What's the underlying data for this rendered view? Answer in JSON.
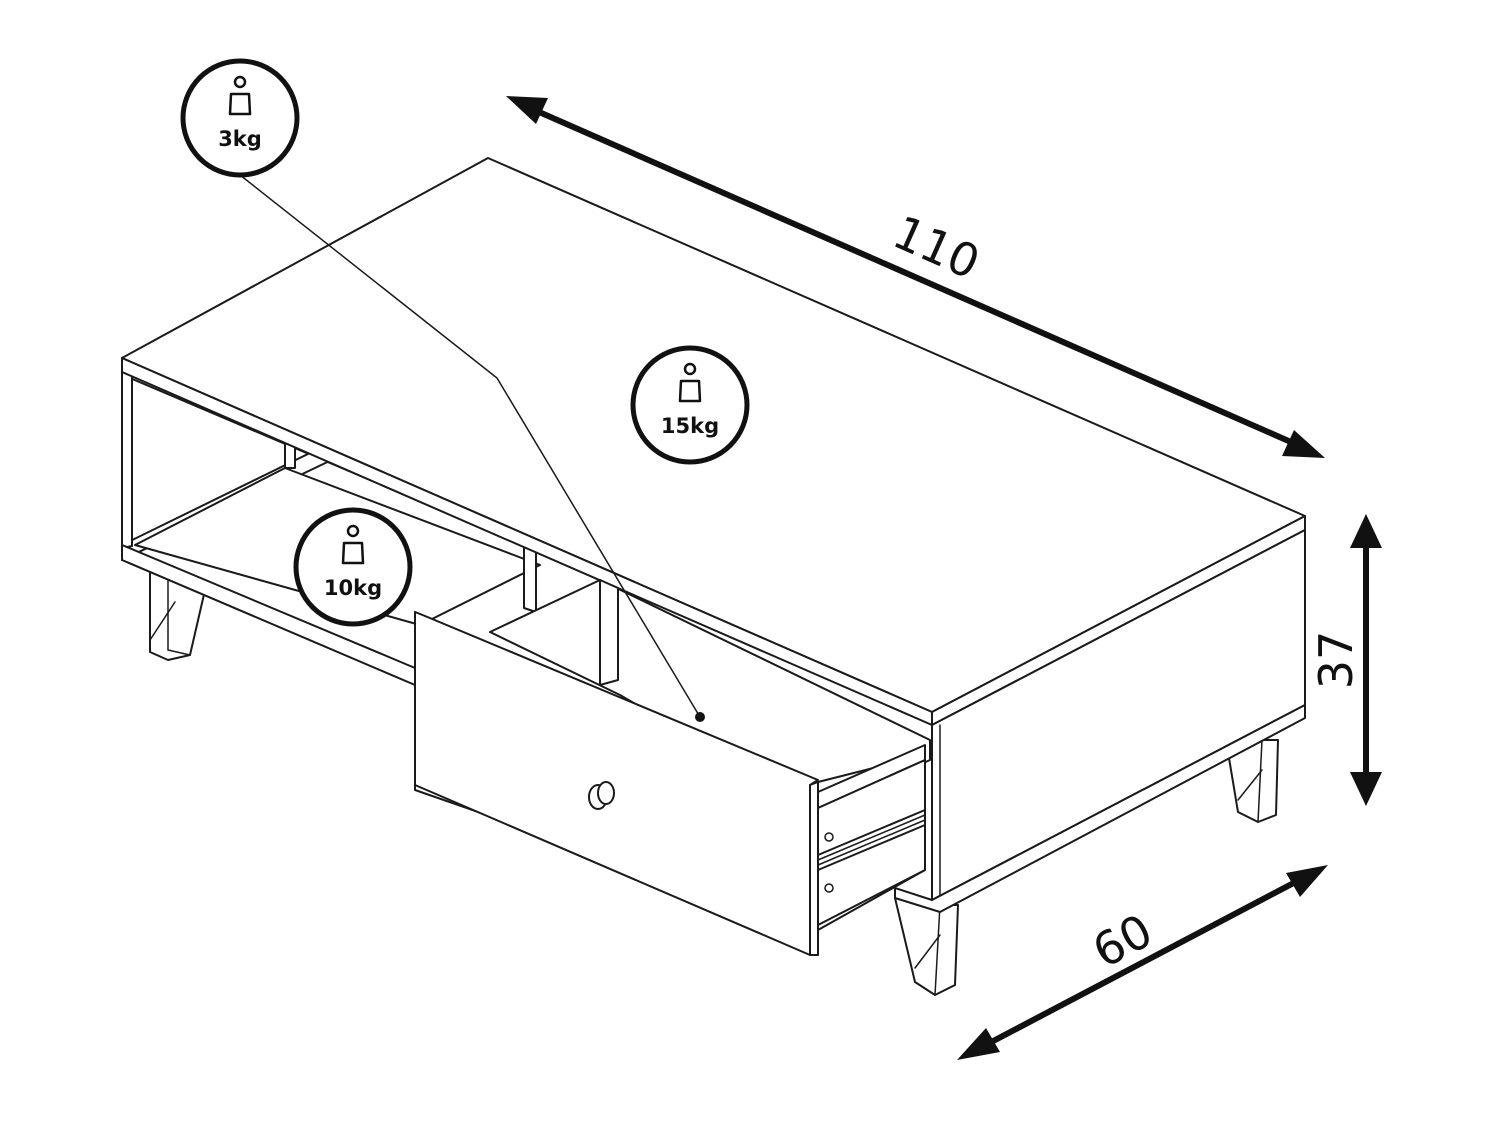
{
  "diagram": {
    "dimensions": {
      "length": "110",
      "height": "37",
      "depth": "60"
    },
    "load_badges": {
      "drawer": {
        "label": "3kg",
        "icon": "weight-icon"
      },
      "top": {
        "label": "15kg",
        "icon": "weight-icon"
      },
      "shelf": {
        "label": "10kg",
        "icon": "weight-icon"
      }
    },
    "colors": {
      "line": "#1a1a1a",
      "background": "#ffffff"
    }
  }
}
